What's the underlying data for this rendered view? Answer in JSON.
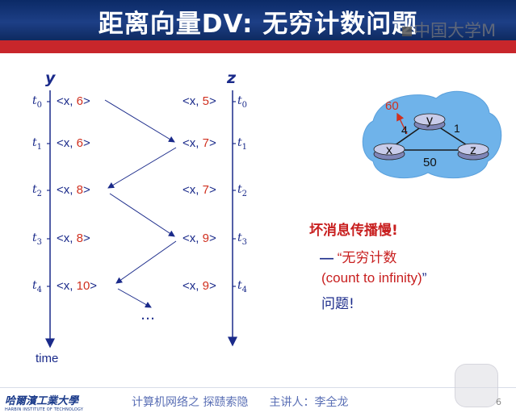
{
  "title": "距离向量DV: 无穷计数问题",
  "watermark": "中国大学M",
  "y_header": "y",
  "z_header": "z",
  "time_labels": [
    {
      "t": "t",
      "sub": "0"
    },
    {
      "t": "t",
      "sub": "1"
    },
    {
      "t": "t",
      "sub": "2"
    },
    {
      "t": "t",
      "sub": "3"
    },
    {
      "t": "t",
      "sub": "4"
    }
  ],
  "y_messages": [
    {
      "pre": "<x, ",
      "num": "6",
      "post": ">"
    },
    {
      "pre": "<x, ",
      "num": "6",
      "post": ">"
    },
    {
      "pre": "<x, ",
      "num": "8",
      "post": ">"
    },
    {
      "pre": "<x, ",
      "num": "8",
      "post": ">"
    },
    {
      "pre": "<x, ",
      "num": "10",
      "post": ">"
    }
  ],
  "z_messages": [
    {
      "pre": "<x, ",
      "num": "5",
      "post": ">"
    },
    {
      "pre": "<x, ",
      "num": "7",
      "post": ">"
    },
    {
      "pre": "<x, ",
      "num": "7",
      "post": ">"
    },
    {
      "pre": "<x, ",
      "num": "9",
      "post": ">"
    },
    {
      "pre": "<x, ",
      "num": "9",
      "post": ">"
    }
  ],
  "ellipsis": "…",
  "time_axis_label": "time",
  "network": {
    "nodes": {
      "x": "x",
      "y": "y",
      "z": "z"
    },
    "edges": {
      "xy": "4",
      "yz": "1",
      "xz": "50"
    },
    "new_cost": "60"
  },
  "bad_news": "坏消息传播慢!",
  "bullet_dash": "—",
  "bullet_line1": "“无穷计数",
  "bullet_line2_text": "(count to infinity)",
  "bullet_line2_quote": "”",
  "bullet_line3": "问题!",
  "footer": {
    "logo_main": "哈爾濱工業大學",
    "logo_sub": "HARBIN INSTITUTE OF TECHNOLOGY",
    "course": "计算机网络之 探赜索隐",
    "lecturer": "主讲人：李全龙",
    "page": "6"
  },
  "colors": {
    "title_bg": "#1d3f86",
    "accent_red": "#c8262b",
    "text_blue": "#1a2a8a",
    "value_red": "#d0301f",
    "cloud": "#6fb3ea"
  }
}
